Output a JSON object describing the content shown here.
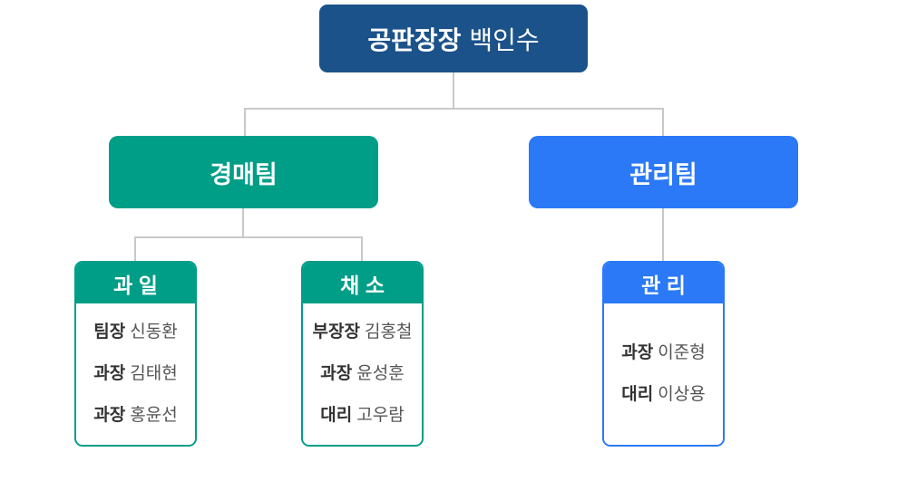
{
  "colors": {
    "navy": "#1b528a",
    "teal": "#009e87",
    "blue": "#2b79f7",
    "line": "#c9c9c9",
    "member_title": "#333333",
    "member_name": "#555555"
  },
  "org_chart": {
    "root": {
      "title": "공판장장",
      "name": "백인수"
    },
    "teams": [
      {
        "label": "경매팀"
      },
      {
        "label": "관리팀"
      }
    ],
    "groups": [
      {
        "label": "과 일",
        "members": [
          {
            "title": "팀장",
            "name": "신동환"
          },
          {
            "title": "과장",
            "name": "김태현"
          },
          {
            "title": "과장",
            "name": "홍윤선"
          }
        ]
      },
      {
        "label": "채 소",
        "members": [
          {
            "title": "부장장",
            "name": "김홍철"
          },
          {
            "title": "과장",
            "name": "윤성훈"
          },
          {
            "title": "대리",
            "name": "고우람"
          }
        ]
      },
      {
        "label": "관 리",
        "members": [
          {
            "title": "과장",
            "name": "이준형"
          },
          {
            "title": "대리",
            "name": "이상용"
          }
        ]
      }
    ]
  }
}
